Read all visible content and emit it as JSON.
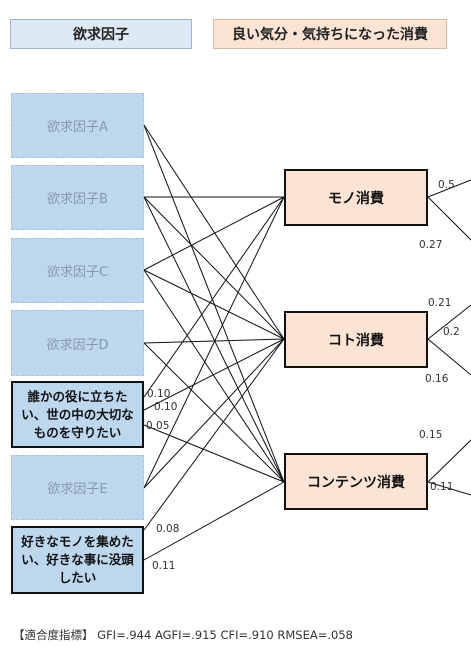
{
  "headers": {
    "left": "欲求因子",
    "right": "良い気分・気持ちになった消費"
  },
  "factors": [
    {
      "id": "A",
      "label": "欲求因子A",
      "highlight": false
    },
    {
      "id": "B",
      "label": "欲求因子B",
      "highlight": false
    },
    {
      "id": "C",
      "label": "欲求因子C",
      "highlight": false
    },
    {
      "id": "D",
      "label": "欲求因子D",
      "highlight": false
    },
    {
      "id": "X",
      "label": "誰かの役に立ちたい、世の中の大切なものを守りたい",
      "highlight": true
    },
    {
      "id": "E",
      "label": "欲求因子E",
      "highlight": false
    },
    {
      "id": "Y",
      "label": "好きなモノを集めたい、好きな事に没頭したい",
      "highlight": true
    }
  ],
  "consumption": [
    {
      "id": "mono",
      "label": "モノ消費"
    },
    {
      "id": "koto",
      "label": "コト消費"
    },
    {
      "id": "contents",
      "label": "コンテンツ消費"
    }
  ],
  "path_labels": {
    "mono_top": "0.5",
    "mono_bottom": "0.27",
    "koto_top": "0.21",
    "koto_mid": "0.2",
    "koto_bottom": "0.16",
    "contents_top": "0.15",
    "contents_bottom": "0.11",
    "x_1": "0.10",
    "x_2": "0.10",
    "x_3": "0.05",
    "y_1": "0.08",
    "y_2": "0.11"
  },
  "fit_indices": "【適合度指標】 GFI=.944 AGFI=.915 CFI=.910 RMSEA=.058"
}
